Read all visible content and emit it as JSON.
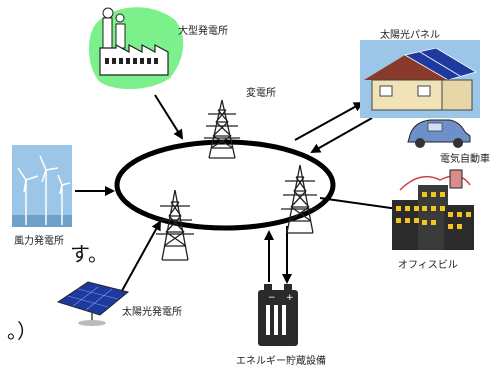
{
  "labels": {
    "large_power_plant": "大型発電所",
    "substation": "変電所",
    "solar_panel_house": "太陽光パネル",
    "electric_vehicle": "電気自動車",
    "office_building": "オフィスビル",
    "wind_power_plant": "風力発電所",
    "solar_power_plant": "太陽光発電所",
    "energy_storage": "エネルギー貯蔵設備"
  },
  "clipped_text": {
    "line1": "す。",
    "line2": "。）"
  },
  "colors": {
    "factory_glow": "#7CF08A",
    "sky_blue": "#9CC6E8",
    "solar_panel_blue": "#1E3A9E",
    "building_dark": "#2B2B2B",
    "window_yellow": "#F2C61E",
    "roof_brown": "#8A3A2A",
    "car_blue": "#6E8FC8"
  },
  "icons": [
    "factory-icon",
    "transmission-tower-icon",
    "house-solar-icon",
    "car-icon",
    "office-building-icon",
    "wind-turbine-icon",
    "solar-array-icon",
    "battery-icon"
  ]
}
